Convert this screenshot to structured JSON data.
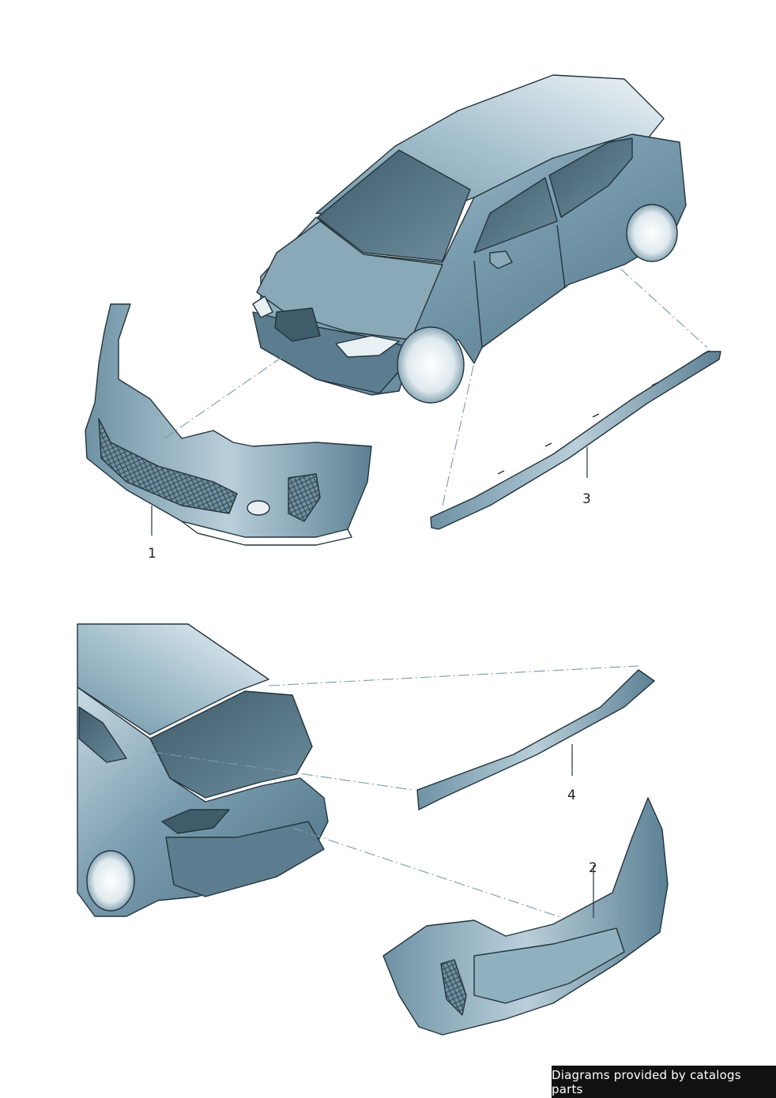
{
  "callouts": {
    "front_bumper": "1",
    "rear_bumper": "2",
    "sill_trim": "3",
    "spoiler": "4"
  },
  "credit": "Diagrams provided by catalogs parts",
  "colors": {
    "body_dark": "#4a6e80",
    "body_mid": "#6f93a4",
    "body_light": "#c5d8e2",
    "line": "#23343c",
    "leader": "#7a9aab"
  }
}
